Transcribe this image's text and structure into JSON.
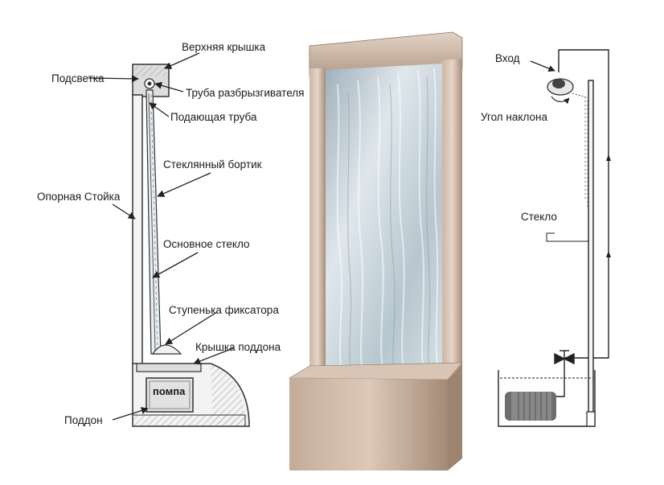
{
  "left_diagram": {
    "labels": {
      "top_cover": "Верхняя крышка",
      "backlight": "Подсветка",
      "sprinkler_pipe": "Труба разбрызгивателя",
      "supply_pipe": "Подающая труба",
      "glass_rim": "Стеклянный бортик",
      "support_post": "Опорная Стойка",
      "main_glass": "Основное стекло",
      "retainer_step": "Ступенька фиксатора",
      "tray_cover": "Крышка поддона",
      "pump": "помпа",
      "tray": "Поддон"
    }
  },
  "right_diagram": {
    "labels": {
      "inlet": "Вход",
      "tilt_angle": "Угол наклона",
      "glass": "Стекло"
    }
  },
  "colors": {
    "line": "#2a2a2a",
    "frame_metal": "#b89c86",
    "water": "#c9d6de",
    "pump_body": "#6d6d6d"
  }
}
